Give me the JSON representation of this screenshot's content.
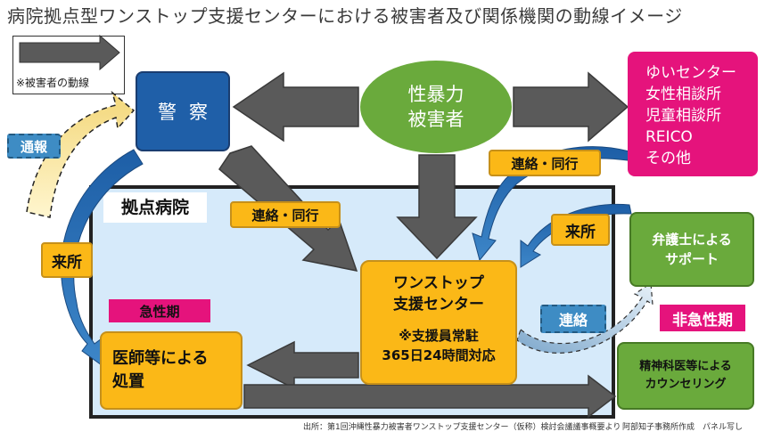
{
  "title": "病院拠点型ワンストップ支援センターにおける被害者及び関係機関の動線イメージ",
  "legend": {
    "label": "※被害者の動線"
  },
  "hospital": {
    "label": "拠点病院"
  },
  "nodes": {
    "police": "警察",
    "victim": [
      "性暴力",
      "被害者"
    ],
    "center_org": [
      "ゆいセンター",
      "女性相談所",
      "児童相談所",
      "REICO",
      "その他"
    ],
    "onestop": [
      "ワンストップ",
      "支援センター"
    ],
    "onestop_note": [
      "※支援員常駐",
      "365日24時間対応"
    ],
    "medical": [
      "医師等による",
      "処置"
    ],
    "lawyer": [
      "弁護士による",
      "サポート"
    ],
    "psych": [
      "精神科医等による",
      "カウンセリング"
    ]
  },
  "tags": {
    "contact_accompany_1": "連絡・同行",
    "contact_accompany_2": "連絡・同行",
    "visit_1": "来所",
    "visit_2": "来所",
    "report": "通報",
    "liaison": "連絡",
    "acute": "急性期",
    "nonacute": "非急性期"
  },
  "footer": {
    "source": "出所：第1回沖縄性暴力被害者ワンストップ支援センター（仮称）検討会議議事概要より",
    "credit": "阿部知子事務所作成　パネル写し"
  },
  "colors": {
    "police_blue": "#1f5fa8",
    "victim_green": "#6aaa3c",
    "pink": "#e5137c",
    "orange": "#fbb817",
    "hospital_bg": "#d6eafa",
    "arrow_gray": "#5a5a5a",
    "flow_blue": "#2f6fb0"
  }
}
